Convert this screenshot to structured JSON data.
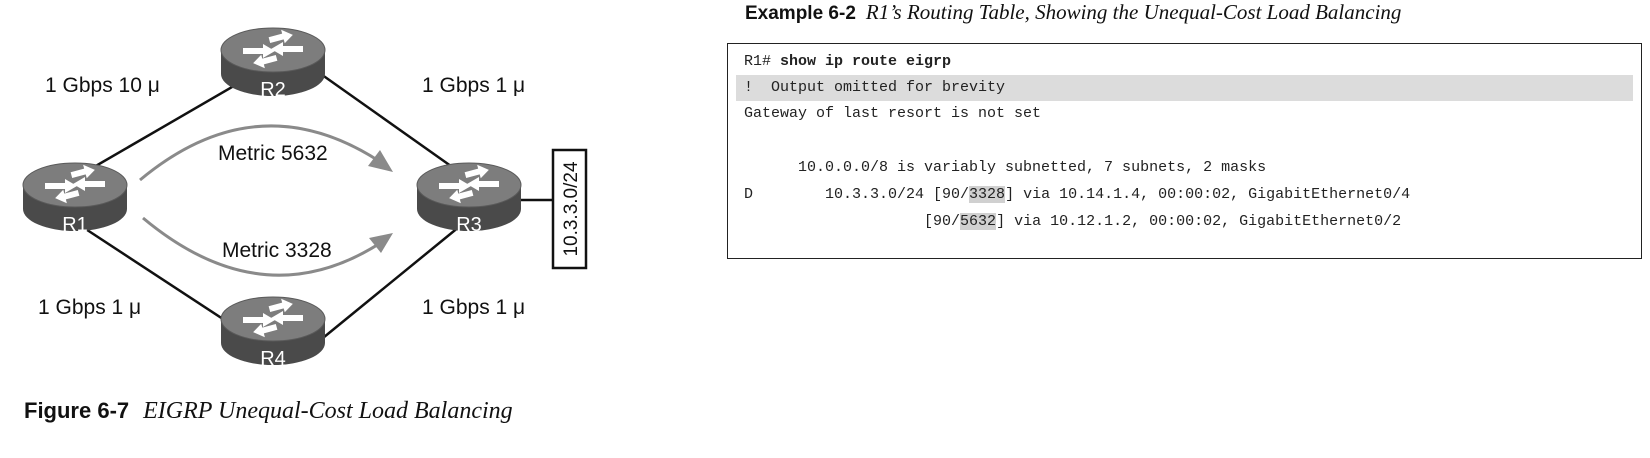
{
  "figure": {
    "number": "Figure 6-7",
    "title": "EIGRP Unequal-Cost Load Balancing",
    "routers": [
      "R1",
      "R2",
      "R3",
      "R4"
    ],
    "links": {
      "r1_r2": "1 Gbps 10 μ",
      "r2_r3": "1 Gbps 1 μ",
      "r1_r4": "1 Gbps 1 μ",
      "r4_r3": "1 Gbps 1 μ"
    },
    "metrics": {
      "upper": "Metric 5632",
      "lower": "Metric 3328"
    },
    "subnet": "10.3.3.0/24"
  },
  "example": {
    "number": "Example 6-2",
    "title": "R1’s Routing Table, Showing the Unequal-Cost Load Balancing",
    "lines": {
      "l1_prompt": "R1# ",
      "l1_cmd": "show ip route eigrp",
      "l2": "!  Output omitted for brevity",
      "l3": "Gateway of last resort is not set",
      "l5": "      10.0.0.0/8 is variably subnetted, 7 subnets, 2 masks",
      "l6_pre": "D        10.3.3.0/24 [90/",
      "l6_hl": "3328",
      "l6_post": "] via 10.14.1.4, 00:00:02, GigabitEthernet0/4",
      "l7_pre": "                    [90/",
      "l7_hl": "5632",
      "l7_post": "] via 10.12.1.2, 00:00:02, GigabitEthernet0/2"
    }
  }
}
